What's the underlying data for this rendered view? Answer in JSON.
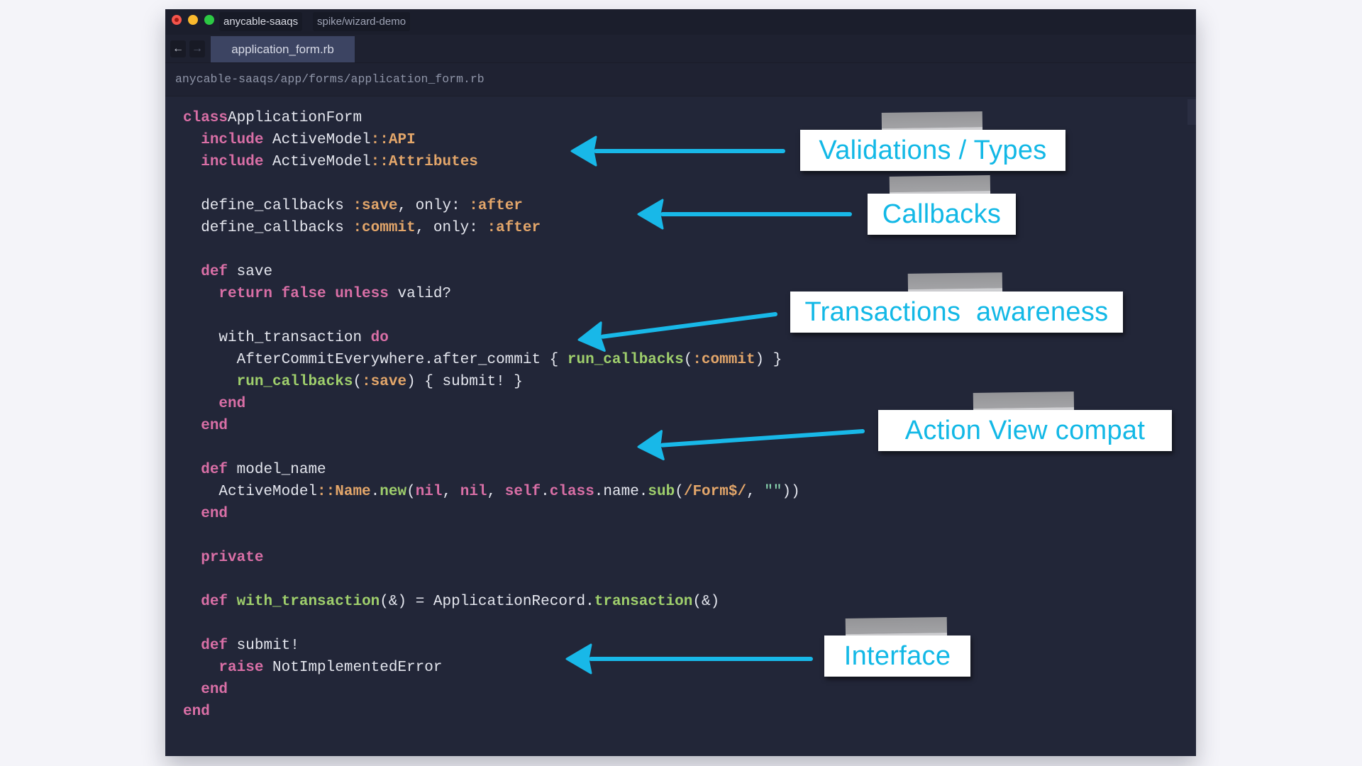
{
  "window": {
    "traffic_lights": [
      "close",
      "minimize",
      "zoom"
    ],
    "repo_chip": "anycable-saaqs",
    "branch_chip": "spike/wizard-demo",
    "nav": {
      "back_icon": "←",
      "forward_icon": "→"
    },
    "active_tab": "application_form.rb",
    "file_path": "anycable-saaqs/app/forms/application_form.rb"
  },
  "code": {
    "language": "ruby",
    "lines": [
      [
        [
          "kw",
          "class"
        ],
        [
          "",
          "ApplicationForm"
        ]
      ],
      [
        [
          "",
          "  "
        ],
        [
          "kw",
          "include"
        ],
        [
          "",
          " ActiveModel"
        ],
        [
          "const",
          "::API"
        ]
      ],
      [
        [
          "",
          "  "
        ],
        [
          "kw",
          "include"
        ],
        [
          "",
          " ActiveModel"
        ],
        [
          "const",
          "::Attributes"
        ]
      ],
      [],
      [
        [
          "",
          "  define_callbacks "
        ],
        [
          "sym",
          ":save"
        ],
        [
          "",
          ", only: "
        ],
        [
          "sym",
          ":after"
        ]
      ],
      [
        [
          "",
          "  define_callbacks "
        ],
        [
          "sym",
          ":commit"
        ],
        [
          "",
          ", only: "
        ],
        [
          "sym",
          ":after"
        ]
      ],
      [],
      [
        [
          "",
          "  "
        ],
        [
          "kw",
          "def"
        ],
        [
          "",
          " save"
        ]
      ],
      [
        [
          "",
          "    "
        ],
        [
          "kw",
          "return false unless"
        ],
        [
          "",
          " valid?"
        ]
      ],
      [],
      [
        [
          "",
          "    with_transaction "
        ],
        [
          "kw",
          "do"
        ]
      ],
      [
        [
          "",
          "      AfterCommitEverywhere.after_commit { "
        ],
        [
          "fn",
          "run_callbacks"
        ],
        [
          "",
          "("
        ],
        [
          "sym",
          ":commit"
        ],
        [
          "",
          ") }"
        ]
      ],
      [
        [
          "",
          "      "
        ],
        [
          "fn",
          "run_callbacks"
        ],
        [
          "",
          "("
        ],
        [
          "sym",
          ":save"
        ],
        [
          "",
          ") { submit! }"
        ]
      ],
      [
        [
          "",
          "    "
        ],
        [
          "kw",
          "end"
        ]
      ],
      [
        [
          "",
          "  "
        ],
        [
          "kw",
          "end"
        ]
      ],
      [],
      [
        [
          "",
          "  "
        ],
        [
          "kw",
          "def"
        ],
        [
          "",
          " model_name"
        ]
      ],
      [
        [
          "",
          "    ActiveModel"
        ],
        [
          "const",
          "::Name"
        ],
        [
          "",
          "."
        ],
        [
          "fn",
          "new"
        ],
        [
          "",
          "("
        ],
        [
          "kw",
          "nil"
        ],
        [
          "",
          ", "
        ],
        [
          "kw",
          "nil"
        ],
        [
          "",
          ", "
        ],
        [
          "kw",
          "self"
        ],
        [
          "",
          "."
        ],
        [
          "kw",
          "class"
        ],
        [
          "",
          ".name."
        ],
        [
          "fn",
          "sub"
        ],
        [
          "",
          "("
        ],
        [
          "rx",
          "/Form$/"
        ],
        [
          "",
          ", "
        ],
        [
          "str",
          "\"\""
        ],
        [
          "",
          "))"
        ]
      ],
      [
        [
          "",
          "  "
        ],
        [
          "kw",
          "end"
        ]
      ],
      [],
      [
        [
          "",
          "  "
        ],
        [
          "kw",
          "private"
        ]
      ],
      [],
      [
        [
          "",
          "  "
        ],
        [
          "kw",
          "def"
        ],
        [
          "",
          " "
        ],
        [
          "fn",
          "with_transaction"
        ],
        [
          "",
          "(&) = ApplicationRecord."
        ],
        [
          "fn",
          "transaction"
        ],
        [
          "",
          "(&)"
        ]
      ],
      [],
      [
        [
          "",
          "  "
        ],
        [
          "kw",
          "def"
        ],
        [
          "",
          " submit!"
        ]
      ],
      [
        [
          "",
          "    "
        ],
        [
          "kw",
          "raise"
        ],
        [
          "",
          " NotImplementedError"
        ]
      ],
      [
        [
          "",
          "  "
        ],
        [
          "kw",
          "end"
        ]
      ],
      [
        [
          "kw",
          "end"
        ]
      ]
    ]
  },
  "annotations": [
    {
      "label": "Validations / Types",
      "icon": "arrow-left-icon"
    },
    {
      "label": "Callbacks",
      "icon": "arrow-left-icon"
    },
    {
      "label": "Transactions  awareness",
      "icon": "arrow-left-icon"
    },
    {
      "label": "Action View compat",
      "icon": "arrow-left-icon"
    },
    {
      "label": "Interface",
      "icon": "arrow-left-icon"
    }
  ],
  "colors": {
    "keyword": "#d96fa6",
    "symbol": "#e3a66a",
    "method": "#9fcf6c",
    "string": "#8fe0b6",
    "plain": "#e4e6ee",
    "annotation_text": "#12b8e6",
    "arrow": "#18b8e8",
    "editor_bg": "#222638"
  }
}
